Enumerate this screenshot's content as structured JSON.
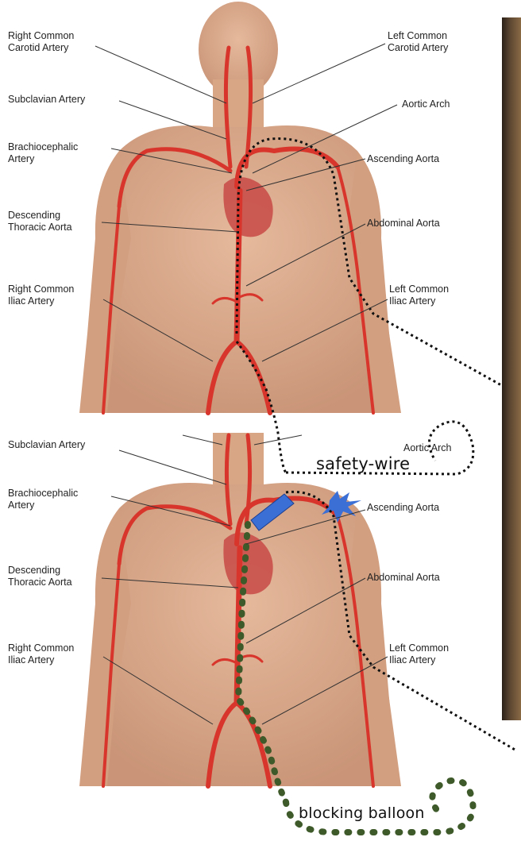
{
  "top_figure": {
    "labels_left": [
      "Right Common\nCarotid Artery",
      "Subclavian Artery",
      "Brachiocephalic\nArtery",
      "Descending\nThoracic Aorta",
      "Right Common\nIliac Artery"
    ],
    "labels_right": [
      "Left Common\nCarotid Artery",
      "Aortic Arch",
      "Ascending Aorta",
      "Abdominal Aorta",
      "Left Common\nIliac Artery"
    ]
  },
  "bottom_figure": {
    "labels_left": [
      "Subclavian Artery",
      "Brachiocephalic\nArtery",
      "Descending\nThoracic Aorta",
      "Right Common\nIliac Artery"
    ],
    "labels_right": [
      "Aortic Arch",
      "Ascending Aorta",
      "Abdominal Aorta",
      "Left Common\nIliac Artery"
    ]
  },
  "annotations": {
    "safety_wire": "safety-wire",
    "blocking_balloon": "blocking balloon"
  },
  "colors": {
    "skin": "#d9a889",
    "skin_shadow": "#c48f72",
    "artery": "#d8362c",
    "heart": "#c9504a",
    "wire": "#111111",
    "balloon_dots": "#3f5a2a",
    "stent": "#3b6fd6"
  }
}
